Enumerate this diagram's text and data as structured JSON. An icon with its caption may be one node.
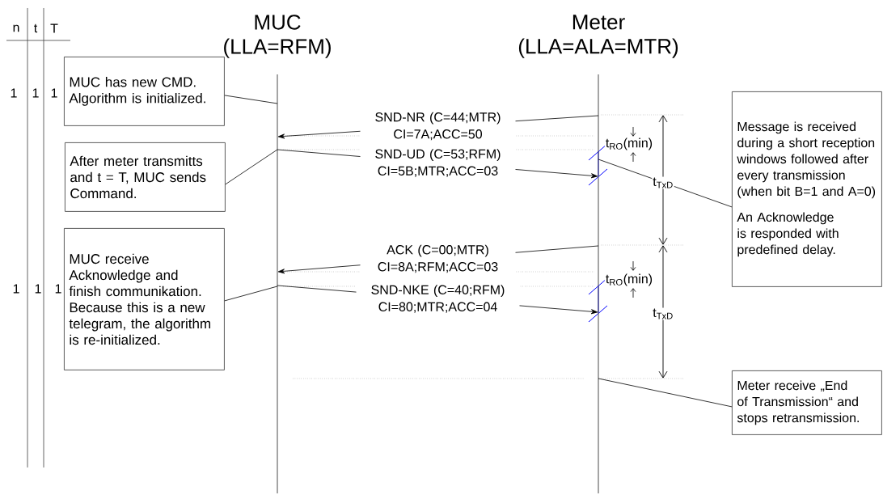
{
  "diagram": {
    "nodes": [
      {
        "text": [
          "MUC (LLA=RFM)"
        ]
      },
      {
        "text": [],
        "shape": "bar"
      },
      {
        "text": [
          "Meter (LLA=ALA=MTR)"
        ]
      },
      {
        "text": [],
        "shape": "bar"
      },
      {
        "text": [
          "MUC has new CMD. Algorithm is initialized."
        ]
      },
      {
        "text": [
          "After meter transmitts and t = T, MUC sends Command."
        ]
      },
      {
        "text": [
          "MUC receive Acknowledge and finish communikation. Because this is a new telegram, the algorithm is re-initialized."
        ]
      },
      {
        "text": [
          "Message is received during a short reception windows followed after every transmission (when bit B=1 and A=0)",
          "An Acknowledge is responded with predefined delay."
        ]
      },
      {
        "text": [
          "Meter receive „End of Transmission“ and stops retransmission."
        ]
      }
    ],
    "edges": [
      {
        "from": 3,
        "to": 1,
        "arrow": "to",
        "label": "SND-NR (C=44;MTR) CI=7A;ACC=50"
      },
      {
        "from": 1,
        "to": 3,
        "arrow": "to",
        "label": "SND-UD (C=53;RFM) CI=5B;MTR;ACC=03"
      },
      {
        "from": 3,
        "to": 1,
        "arrow": "to",
        "label": "ACK (C=00;MTR) CI=8A;RFM;ACC=03"
      },
      {
        "from": 1,
        "to": 3,
        "arrow": "to",
        "label": "SND-NKE (C=40;RFM) CI=80;MTR;ACC=04"
      },
      {
        "from": 4,
        "to": 1,
        "arrow": "none"
      },
      {
        "from": 5,
        "to": 1,
        "arrow": "none"
      },
      {
        "from": 6,
        "to": 1,
        "arrow": "none"
      },
      {
        "from": 3,
        "to": 7,
        "arrow": "none"
      },
      {
        "from": 3,
        "to": 8,
        "arrow": "none"
      }
    ],
    "labels": [
      "n",
      "t",
      "T",
      "1",
      "1",
      "1",
      "t$_{RO}$(min)",
      "t$_{TxD}$",
      "1",
      "1",
      "1",
      "t$_{RO}$(min)",
      "t$_{TxD}$"
    ]
  }
}
